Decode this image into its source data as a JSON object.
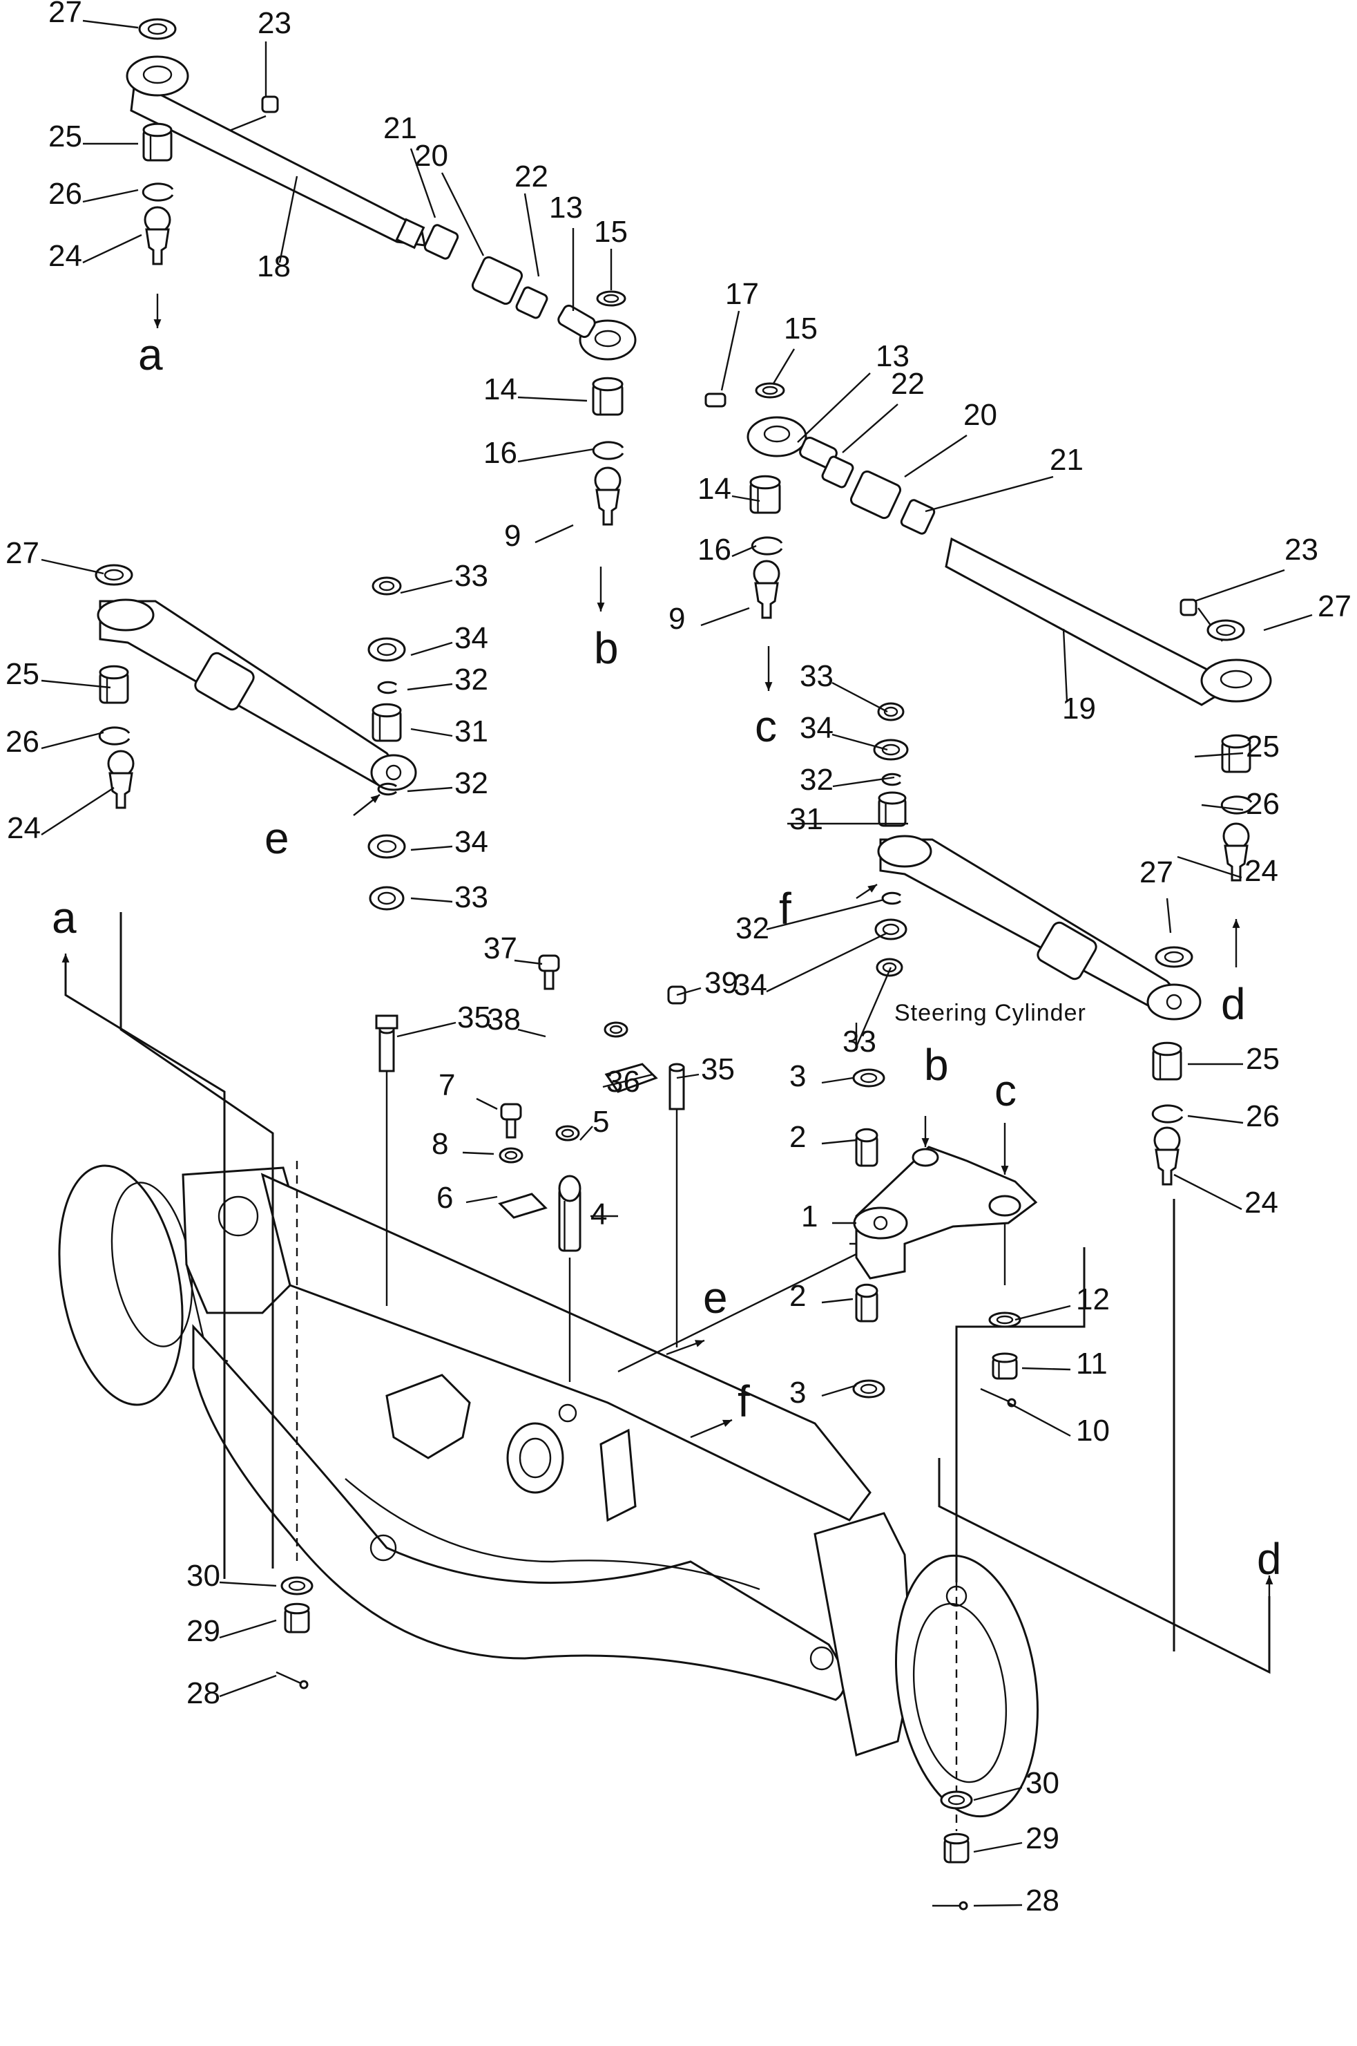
{
  "caption": "Steering Cylinder",
  "part_labels": [
    "1",
    "2",
    "2",
    "3",
    "3",
    "4",
    "5",
    "6",
    "7",
    "8",
    "9",
    "9",
    "10",
    "11",
    "12",
    "13",
    "13",
    "14",
    "14",
    "15",
    "15",
    "16",
    "16",
    "17",
    "18",
    "19",
    "20",
    "20",
    "21",
    "21",
    "22",
    "22",
    "23",
    "23",
    "24",
    "24",
    "24",
    "24",
    "25",
    "25",
    "25",
    "25",
    "26",
    "26",
    "26",
    "26",
    "27",
    "27",
    "27",
    "27",
    "28",
    "28",
    "29",
    "29",
    "30",
    "30",
    "31",
    "31",
    "32",
    "32",
    "32",
    "32",
    "33",
    "33",
    "33",
    "33",
    "34",
    "34",
    "34",
    "34",
    "35",
    "35",
    "36",
    "37",
    "38",
    "39"
  ],
  "connection_letters": [
    "a",
    "a",
    "b",
    "b",
    "c",
    "c",
    "d",
    "d",
    "e",
    "e",
    "f",
    "f"
  ]
}
